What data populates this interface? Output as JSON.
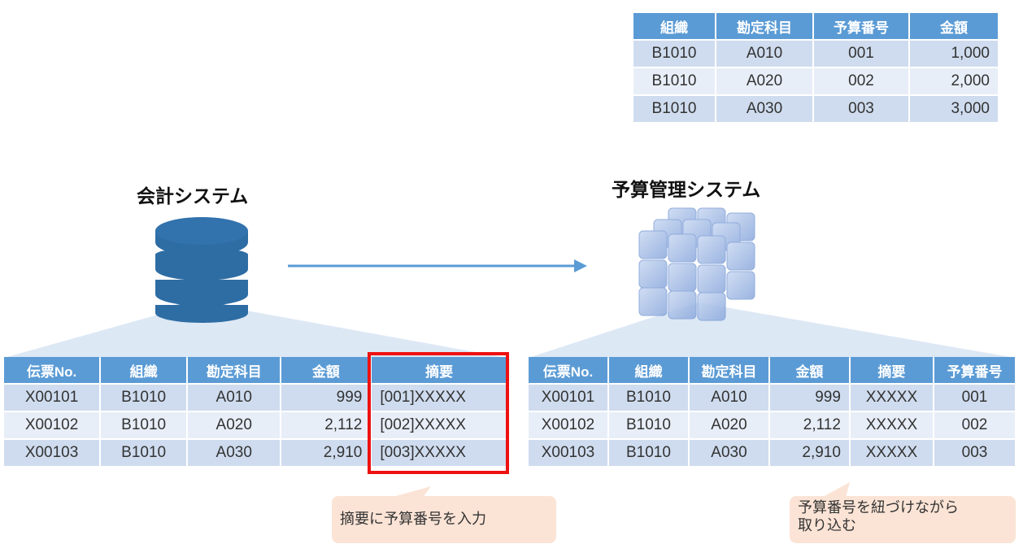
{
  "top_table": {
    "headers": [
      "組織",
      "勘定科目",
      "予算番号",
      "金額"
    ],
    "rows": [
      [
        "B1010",
        "A010",
        "001",
        "1,000"
      ],
      [
        "B1010",
        "A020",
        "002",
        "2,000"
      ],
      [
        "B1010",
        "A030",
        "003",
        "3,000"
      ]
    ]
  },
  "accounting": {
    "title": "会計システム",
    "headers": [
      "伝票No.",
      "組織",
      "勘定科目",
      "金額",
      "摘要"
    ],
    "rows": [
      [
        "X00101",
        "B1010",
        "A010",
        "999",
        "[001]XXXXX"
      ],
      [
        "X00102",
        "B1010",
        "A020",
        "2,112",
        "[002]XXXXX"
      ],
      [
        "X00103",
        "B1010",
        "A030",
        "2,910",
        "[003]XXXXX"
      ]
    ],
    "callout": "摘要に予算番号を入力"
  },
  "budget": {
    "title": "予算管理システム",
    "headers": [
      "伝票No.",
      "組織",
      "勘定科目",
      "金額",
      "摘要",
      "予算番号"
    ],
    "rows": [
      [
        "X00101",
        "B1010",
        "A010",
        "999",
        "XXXXX",
        "001"
      ],
      [
        "X00102",
        "B1010",
        "A020",
        "2,112",
        "XXXXX",
        "002"
      ],
      [
        "X00103",
        "B1010",
        "A030",
        "2,910",
        "XXXXX",
        "003"
      ]
    ],
    "callout_line1": "予算番号を紐づけながら",
    "callout_line2": "取り込む"
  },
  "colors": {
    "header_blue": "#5b9bd5",
    "row_dark": "#cfdcef",
    "row_light": "#e8eef8",
    "database_blue": "#2e6da4",
    "highlight_red": "#ee1111",
    "callout_bg": "#fbe4d6"
  },
  "icons": [
    "database-icon",
    "cube-icon",
    "arrow-right-icon"
  ]
}
